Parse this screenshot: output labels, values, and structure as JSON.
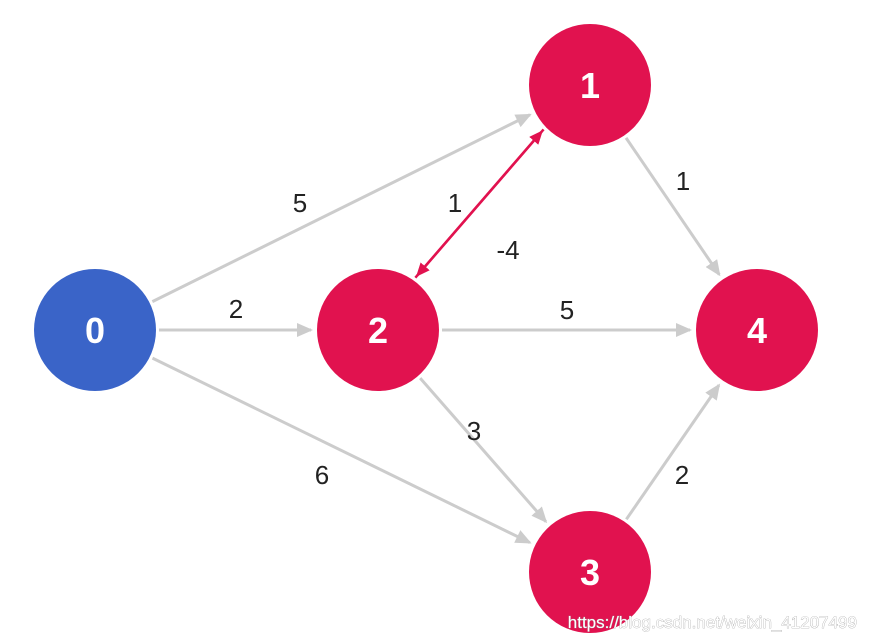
{
  "graph": {
    "nodes": [
      {
        "id": "0",
        "label": "0",
        "color": "#3a64c8",
        "role": "source"
      },
      {
        "id": "1",
        "label": "1",
        "color": "#e1124f"
      },
      {
        "id": "2",
        "label": "2",
        "color": "#e1124f"
      },
      {
        "id": "3",
        "label": "3",
        "color": "#e1124f"
      },
      {
        "id": "4",
        "label": "4",
        "color": "#e1124f"
      }
    ],
    "edges": [
      {
        "from": "0",
        "to": "1",
        "weight": "5",
        "highlighted": false
      },
      {
        "from": "0",
        "to": "2",
        "weight": "2",
        "highlighted": false
      },
      {
        "from": "0",
        "to": "3",
        "weight": "6",
        "highlighted": false
      },
      {
        "from": "2",
        "to": "1",
        "weight": "1",
        "highlighted": true
      },
      {
        "from": "1",
        "to": "2",
        "weight": "-4",
        "highlighted": true
      },
      {
        "from": "1",
        "to": "4",
        "weight": "1",
        "highlighted": false
      },
      {
        "from": "2",
        "to": "4",
        "weight": "5",
        "highlighted": false
      },
      {
        "from": "2",
        "to": "3",
        "weight": "3",
        "highlighted": false
      },
      {
        "from": "3",
        "to": "4",
        "weight": "2",
        "highlighted": false
      }
    ],
    "edge_color": "#cccccc",
    "highlight_color": "#e1124f"
  },
  "watermark": "https://blog.csdn.net/weixin_41207499"
}
